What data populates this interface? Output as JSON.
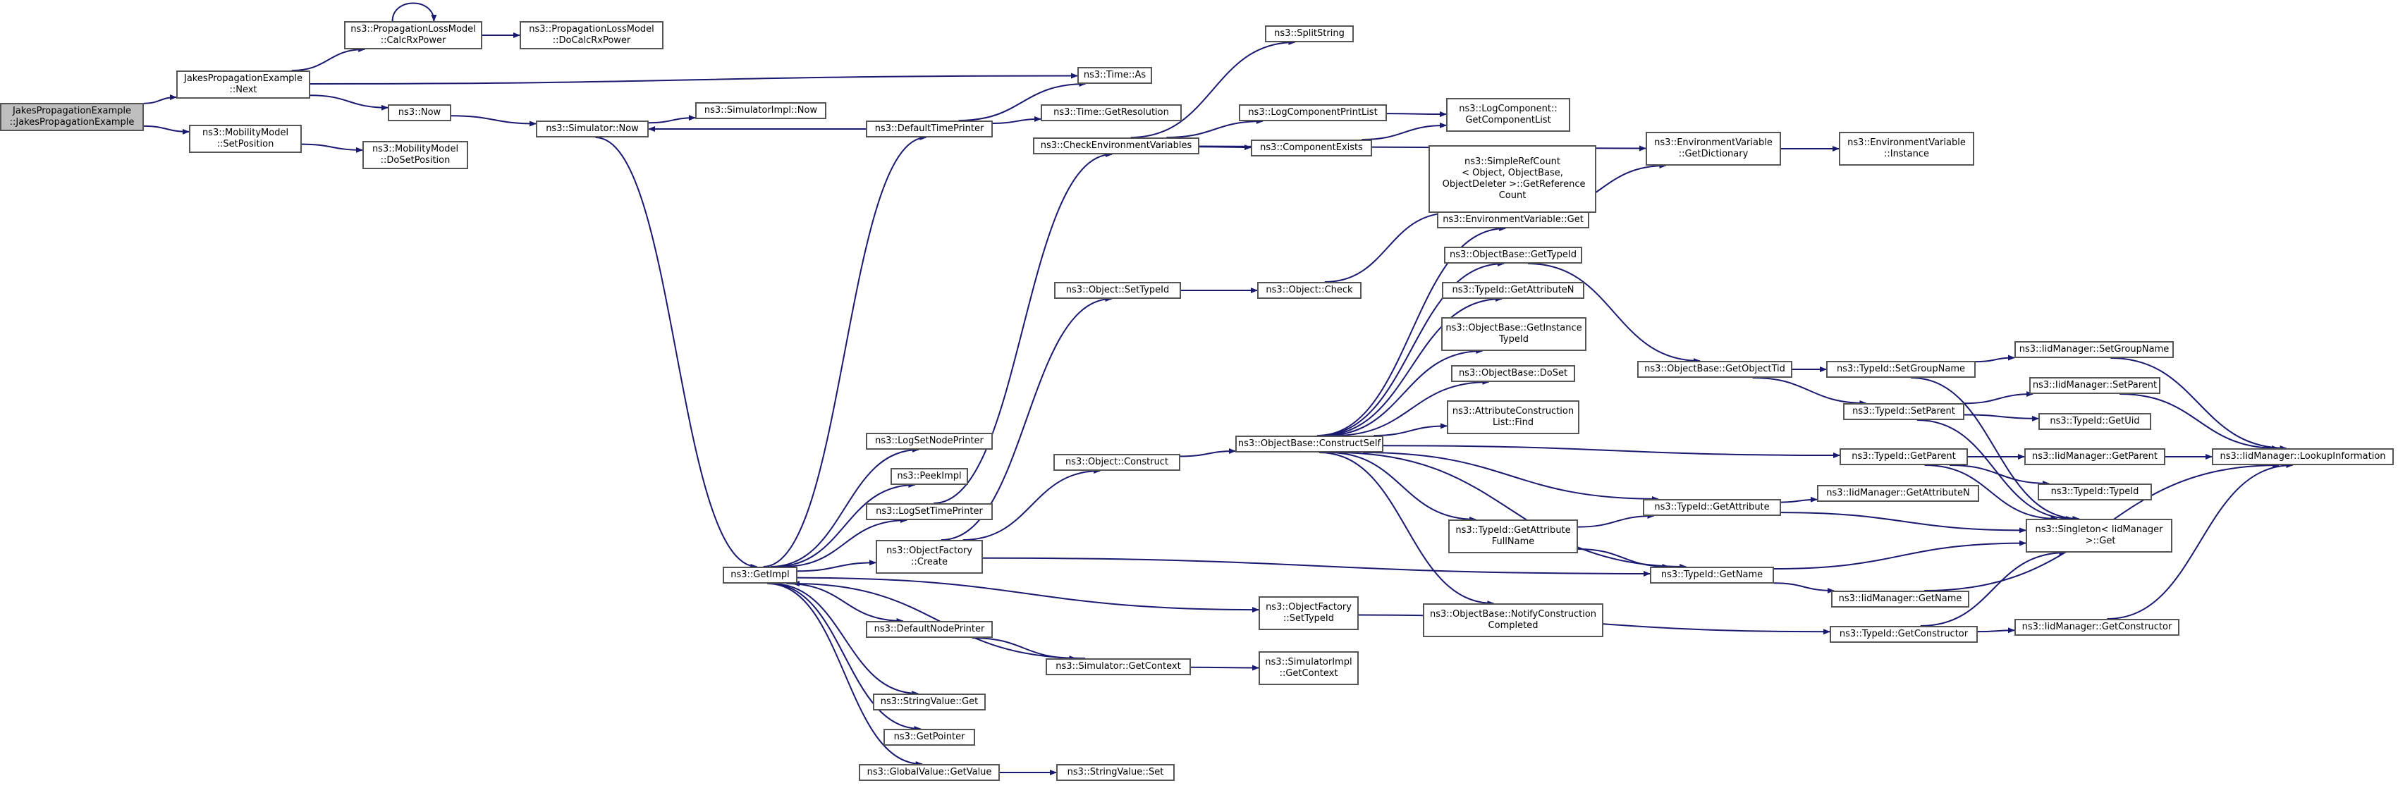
{
  "diagram": {
    "type": "call-graph",
    "edge_color": "#191970",
    "root_fill": "#bfbfbf",
    "nodes": [
      {
        "id": "root",
        "label": "JakesPropagationExample\n::JakesPropagationExample"
      },
      {
        "id": "next",
        "label": "JakesPropagationExample\n::Next"
      },
      {
        "id": "mobsetpos",
        "label": "ns3::MobilityModel\n::SetPosition"
      },
      {
        "id": "calcrx",
        "label": "ns3::PropagationLossModel\n::CalcRxPower"
      },
      {
        "id": "docalcrx",
        "label": "ns3::PropagationLossModel\n::DoCalcRxPower"
      },
      {
        "id": "timeas",
        "label": "ns3::Time::As"
      },
      {
        "id": "now",
        "label": "ns3::Now"
      },
      {
        "id": "dosetpos",
        "label": "ns3::MobilityModel\n::DoSetPosition"
      },
      {
        "id": "simnow",
        "label": "ns3::Simulator::Now"
      },
      {
        "id": "simimplnow",
        "label": "ns3::SimulatorImpl::Now"
      },
      {
        "id": "deftimeprinter",
        "label": "ns3::DefaultTimePrinter"
      },
      {
        "id": "timegetres",
        "label": "ns3::Time::GetResolution"
      },
      {
        "id": "checkenv",
        "label": "ns3::CheckEnvironmentVariables"
      },
      {
        "id": "splitstring",
        "label": "ns3::SplitString"
      },
      {
        "id": "logcomplist",
        "label": "ns3::LogComponentPrintList"
      },
      {
        "id": "getcomplist",
        "label": "ns3::LogComponent::\nGetComponentList"
      },
      {
        "id": "compexists",
        "label": "ns3::ComponentExists"
      },
      {
        "id": "envgetdict",
        "label": "ns3::EnvironmentVariable\n::GetDictionary"
      },
      {
        "id": "envinstance",
        "label": "ns3::EnvironmentVariable\n::Instance"
      },
      {
        "id": "simplerefcount",
        "label": "ns3::SimpleRefCount\n< Object, ObjectBase,\n ObjectDeleter >::GetReference\nCount"
      },
      {
        "id": "envget",
        "label": "ns3::EnvironmentVariable::Get"
      },
      {
        "id": "objbasegettypeid",
        "label": "ns3::ObjectBase::GetTypeId"
      },
      {
        "id": "objsettypeid",
        "label": "ns3::Object::SetTypeId"
      },
      {
        "id": "objcheck",
        "label": "ns3::Object::Check"
      },
      {
        "id": "typeidgetattrn",
        "label": "ns3::TypeId::GetAttributeN"
      },
      {
        "id": "objbasegetinst",
        "label": "ns3::ObjectBase::GetInstance\nTypeId"
      },
      {
        "id": "objbasegetobjtid",
        "label": "ns3::ObjectBase::GetObjectTid"
      },
      {
        "id": "typeidsetgroup",
        "label": "ns3::TypeId::SetGroupName"
      },
      {
        "id": "iidsetgroup",
        "label": "ns3::IidManager::SetGroupName"
      },
      {
        "id": "objbasedoset",
        "label": "ns3::ObjectBase::DoSet"
      },
      {
        "id": "typeidsetparent",
        "label": "ns3::TypeId::SetParent"
      },
      {
        "id": "iidsetparent",
        "label": "ns3::IidManager::SetParent"
      },
      {
        "id": "typeidgetuid",
        "label": "ns3::TypeId::GetUid"
      },
      {
        "id": "attrconstrfind",
        "label": "ns3::AttributeConstruction\nList::Find"
      },
      {
        "id": "logsetnode",
        "label": "ns3::LogSetNodePrinter"
      },
      {
        "id": "objconstruct",
        "label": "ns3::Object::Construct"
      },
      {
        "id": "objbaseconstructself",
        "label": "ns3::ObjectBase::ConstructSelf"
      },
      {
        "id": "typeidgetparent",
        "label": "ns3::TypeId::GetParent"
      },
      {
        "id": "iidgetparent",
        "label": "ns3::IidManager::GetParent"
      },
      {
        "id": "iidlookup",
        "label": "ns3::IidManager::LookupInformation"
      },
      {
        "id": "peekimpl",
        "label": "ns3::PeekImpl"
      },
      {
        "id": "typeidtypeid",
        "label": "ns3::TypeId::TypeId"
      },
      {
        "id": "logsettime",
        "label": "ns3::LogSetTimePrinter"
      },
      {
        "id": "typeidgetattr",
        "label": "ns3::TypeId::GetAttribute"
      },
      {
        "id": "iidgetattrn",
        "label": "ns3::IidManager::GetAttributeN"
      },
      {
        "id": "singletonget",
        "label": "ns3::Singleton< IidManager\n >::Get"
      },
      {
        "id": "objfactcreate",
        "label": "ns3::ObjectFactory\n::Create"
      },
      {
        "id": "typeidgetattrfull",
        "label": "ns3::TypeId::GetAttribute\nFullName"
      },
      {
        "id": "getimpl",
        "label": "ns3::GetImpl"
      },
      {
        "id": "typeidgetname",
        "label": "ns3::TypeId::GetName"
      },
      {
        "id": "iidgetname",
        "label": "ns3::IidManager::GetName"
      },
      {
        "id": "objfactsettypeid",
        "label": "ns3::ObjectFactory\n::SetTypeId"
      },
      {
        "id": "objbasenotify",
        "label": "ns3::ObjectBase::NotifyConstruction\nCompleted"
      },
      {
        "id": "defnodeprinter",
        "label": "ns3::DefaultNodePrinter"
      },
      {
        "id": "typeidgetconstr",
        "label": "ns3::TypeId::GetConstructor"
      },
      {
        "id": "iidgetconstr",
        "label": "ns3::IidManager::GetConstructor"
      },
      {
        "id": "simgetcontext",
        "label": "ns3::Simulator::GetContext"
      },
      {
        "id": "simimplgetctx",
        "label": "ns3::SimulatorImpl\n::GetContext"
      },
      {
        "id": "strvalget",
        "label": "ns3::StringValue::Get"
      },
      {
        "id": "getpointer",
        "label": "ns3::GetPointer"
      },
      {
        "id": "globalvalget",
        "label": "ns3::GlobalValue::GetValue"
      },
      {
        "id": "strvalset",
        "label": "ns3::StringValue::Set"
      }
    ]
  }
}
